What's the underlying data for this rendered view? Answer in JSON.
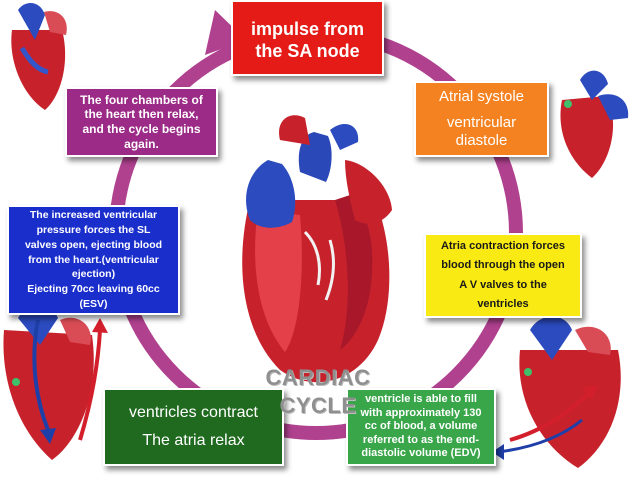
{
  "title": "CARDIAC CYCLE",
  "boxes": {
    "sa_node": {
      "lines": [
        "impulse from",
        "the SA node"
      ],
      "color": "#e41b16"
    },
    "atrial_systole": {
      "lines": [
        "Atrial systole",
        "ventricular",
        "diastole"
      ],
      "color": "#f58220"
    },
    "relax": {
      "lines": [
        "The four chambers of",
        "the heart then relax,",
        "and the cycle begins",
        "again."
      ],
      "color": "#9b2b86"
    },
    "ejection": {
      "lines": [
        "The increased ventricular",
        "pressure forces the SL",
        "valves open, ejecting blood",
        "from the heart.(ventricular",
        "ejection)",
        "Ejecting 70cc leaving 60cc",
        "(ESV)"
      ],
      "color": "#1a2ecc"
    },
    "atria_contraction": {
      "lines": [
        "Atria contraction forces",
        "blood through the open",
        "A V valves to the",
        "ventricles"
      ],
      "color": "#f8ea12"
    },
    "ventricles_contract": {
      "lines": [
        "ventricles contract",
        "The atria relax"
      ],
      "color": "#1f6a1f"
    },
    "ventricle_fill": {
      "lines": [
        "ventricle is able to fill",
        "with approximately 130",
        "cc of blood, a volume",
        "referred to as the end-",
        "diastolic volume (EDV)"
      ],
      "color": "#3aa64a"
    }
  },
  "colors": {
    "cycle_arrow": "#b0418f",
    "title_text": "#8f8f8f",
    "blood_red": "#d21f2b",
    "blood_blue": "#1f3fa8"
  }
}
